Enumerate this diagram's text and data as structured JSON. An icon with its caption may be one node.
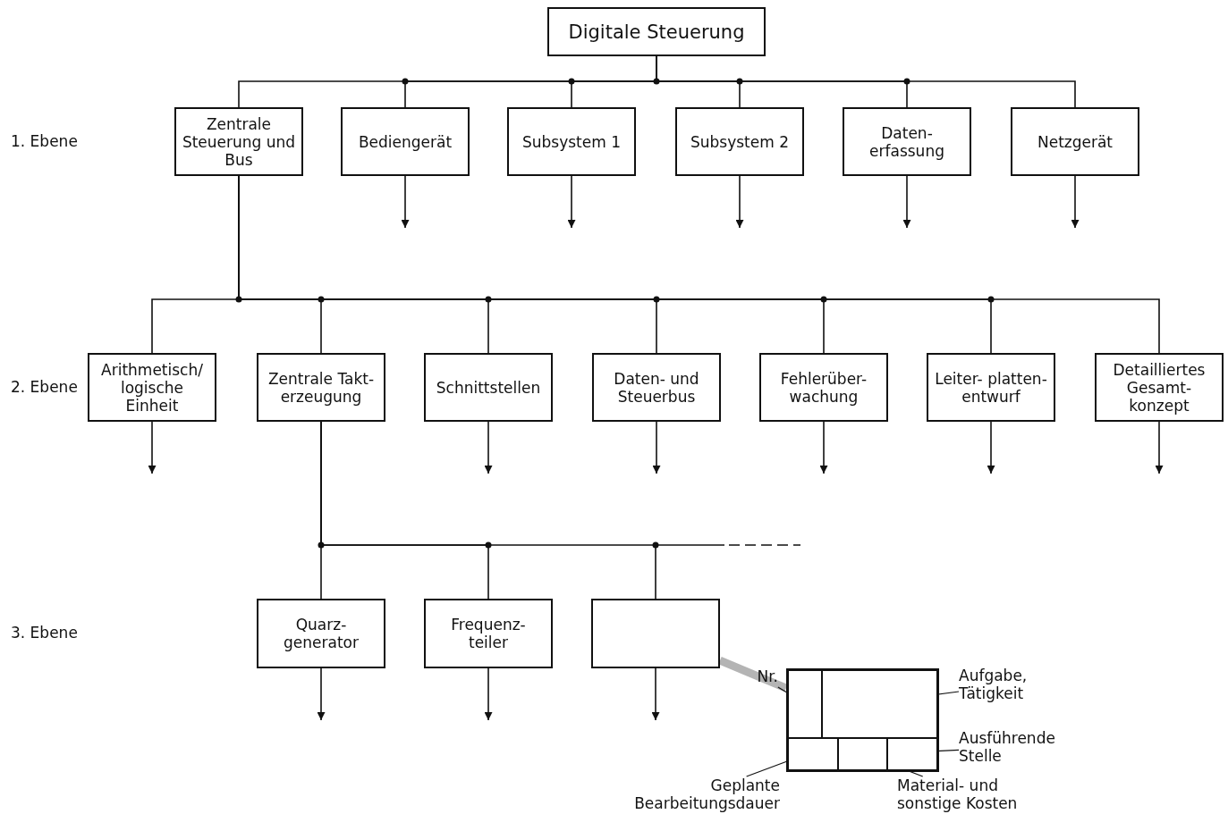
{
  "diagram": {
    "nodes": [
      {
        "text": [
          "Digitale Steuerung"
        ]
      },
      {
        "text": [
          "Zentrale Steuerung und Bus"
        ]
      },
      {
        "text": [
          "Bediengerät"
        ]
      },
      {
        "text": [
          "Subsystem 1"
        ]
      },
      {
        "text": [
          "Subsystem 2"
        ]
      },
      {
        "text": [
          "Daten- erfassung"
        ]
      },
      {
        "text": [
          "Netzgerät"
        ]
      },
      {
        "text": [
          "Arithmetisch/ logische Einheit"
        ]
      },
      {
        "text": [
          "Zentrale Takt- erzeugung"
        ]
      },
      {
        "text": [
          "Schnittstellen"
        ]
      },
      {
        "text": [
          "Daten- und Steuerbus"
        ]
      },
      {
        "text": [
          "Fehlerüber- wachung"
        ]
      },
      {
        "text": [
          "Leiter- platten- entwurf"
        ]
      },
      {
        "text": [
          "Detailliertes Gesamt- konzept"
        ]
      },
      {
        "text": [
          "Quarz- generator"
        ]
      },
      {
        "text": [
          "Frequenz- teiler"
        ]
      },
      {
        "text": [],
        "shape": "box"
      },
      {
        "text": [],
        "shape": "box"
      },
      {
        "text": [],
        "shape": "box",
        "in": 17
      },
      {
        "text": [],
        "shape": "box",
        "in": 17
      },
      {
        "text": [],
        "shape": "box",
        "in": 17
      },
      {
        "text": [],
        "shape": "box",
        "in": 17
      },
      {
        "text": [],
        "shape": "box",
        "in": 17
      },
      {
        "text": [
          "Nr."
        ]
      },
      {
        "text": [
          "Aufgabe, Tätigkeit"
        ]
      },
      {
        "text": [
          "Ausführende Stelle"
        ]
      },
      {
        "text": [
          "Geplante Bearbeitungsdauer"
        ]
      },
      {
        "text": [
          "Material- und sonstige Kosten"
        ]
      }
    ],
    "edges": [
      {
        "from": 0,
        "to": 1,
        "arrow": "none"
      },
      {
        "from": 0,
        "to": 2,
        "arrow": "none"
      },
      {
        "from": 0,
        "to": 3,
        "arrow": "none"
      },
      {
        "from": 0,
        "to": 4,
        "arrow": "none"
      },
      {
        "from": 0,
        "to": 5,
        "arrow": "none"
      },
      {
        "from": 0,
        "to": 6,
        "arrow": "none"
      },
      {
        "from": 2,
        "to": null,
        "arrow": "to"
      },
      {
        "from": 3,
        "to": null,
        "arrow": "to"
      },
      {
        "from": 4,
        "to": null,
        "arrow": "to"
      },
      {
        "from": 5,
        "to": null,
        "arrow": "to"
      },
      {
        "from": 6,
        "to": null,
        "arrow": "to"
      },
      {
        "from": 1,
        "to": 7,
        "arrow": "none"
      },
      {
        "from": 1,
        "to": 8,
        "arrow": "none"
      },
      {
        "from": 1,
        "to": 9,
        "arrow": "none"
      },
      {
        "from": 1,
        "to": 10,
        "arrow": "none"
      },
      {
        "from": 1,
        "to": 11,
        "arrow": "none"
      },
      {
        "from": 1,
        "to": 12,
        "arrow": "none"
      },
      {
        "from": 1,
        "to": 13,
        "arrow": "none"
      },
      {
        "from": 7,
        "to": null,
        "arrow": "to"
      },
      {
        "from": 9,
        "to": null,
        "arrow": "to"
      },
      {
        "from": 10,
        "to": null,
        "arrow": "to"
      },
      {
        "from": 11,
        "to": null,
        "arrow": "to"
      },
      {
        "from": 12,
        "to": null,
        "arrow": "to"
      },
      {
        "from": 13,
        "to": null,
        "arrow": "to"
      },
      {
        "from": 8,
        "to": 14,
        "arrow": "none"
      },
      {
        "from": 8,
        "to": 15,
        "arrow": "none"
      },
      {
        "from": 8,
        "to": 16,
        "arrow": "none"
      },
      {
        "from": 14,
        "to": null,
        "arrow": "to"
      },
      {
        "from": 15,
        "to": null,
        "arrow": "to"
      },
      {
        "from": 16,
        "to": null,
        "arrow": "to"
      },
      {
        "from": 16,
        "to": 17,
        "arrow": "none",
        "style": "thick",
        "color": "#b4b4b4"
      },
      {
        "from": 23,
        "to": 18,
        "arrow": "none"
      },
      {
        "from": 24,
        "to": 19,
        "arrow": "none"
      },
      {
        "from": 25,
        "to": 22,
        "arrow": "none"
      },
      {
        "from": 26,
        "to": 20,
        "arrow": "none"
      },
      {
        "from": 27,
        "to": 21,
        "arrow": "none"
      }
    ],
    "labels": [
      "1. Ebene",
      "2. Ebene",
      "3. Ebene"
    ]
  }
}
